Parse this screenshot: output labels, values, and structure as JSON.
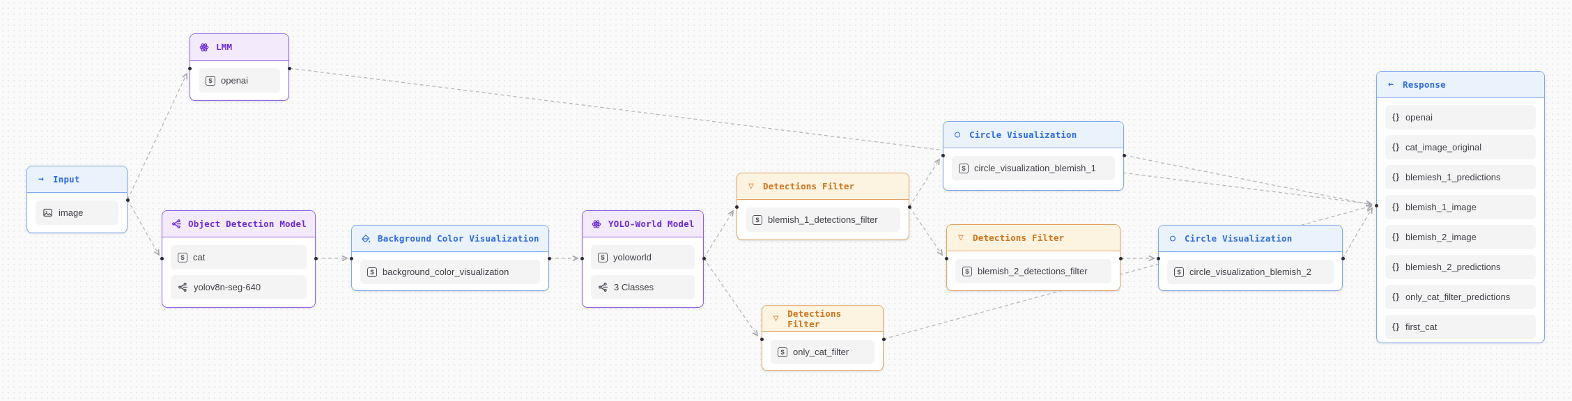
{
  "app": {
    "name": "workflow-editor-canvas"
  },
  "colors": {
    "purple_border": "#8f5ce8",
    "purple_header": "#f3ebfc",
    "purple_title": "#6d28d9",
    "blue_border": "#7fa9ec",
    "blue_header": "#eaf2fc",
    "blue_title": "#2d6bdf",
    "orange_border": "#e2a262",
    "orange_header": "#fdf3e1",
    "orange_title": "#cf7218",
    "item_bg": "#f4f4f5",
    "item_text": "#3f3f46",
    "wire": "#b6b6bc",
    "canvas_bg": "#fafafa"
  },
  "nodes": {
    "lmm": {
      "title": "LMM",
      "icon": "atom-icon",
      "theme": "purple",
      "items": [
        {
          "icon": "parameter-icon",
          "label": "openai"
        }
      ]
    },
    "input": {
      "title": "Input",
      "icon": "arrow-right-icon",
      "theme": "blue",
      "items": [
        {
          "icon": "image-icon",
          "label": "image"
        }
      ]
    },
    "object_detection_model": {
      "title": "Object Detection Model",
      "icon": "molecule-icon",
      "theme": "purple",
      "items": [
        {
          "icon": "parameter-icon",
          "label": "cat"
        },
        {
          "icon": "molecule-icon",
          "label": "yolov8n-seg-640"
        }
      ]
    },
    "background_color_visualization": {
      "title": "Background Color Visualization",
      "icon": "paint-bucket-icon",
      "theme": "blue",
      "items": [
        {
          "icon": "parameter-icon",
          "label": "background_color_visualization"
        }
      ]
    },
    "yolo_world_model": {
      "title": "YOLO-World Model",
      "icon": "atom-icon",
      "theme": "purple",
      "items": [
        {
          "icon": "parameter-icon",
          "label": "yoloworld"
        },
        {
          "icon": "molecule-icon",
          "label": "3 Classes"
        }
      ]
    },
    "detections_filter_1": {
      "title": "Detections Filter",
      "icon": "funnel-icon",
      "theme": "orange",
      "items": [
        {
          "icon": "parameter-icon",
          "label": "blemish_1_detections_filter"
        }
      ]
    },
    "circle_visualization_1": {
      "title": "Circle Visualization",
      "icon": "circle-icon",
      "theme": "blue",
      "items": [
        {
          "icon": "parameter-icon",
          "label": "circle_visualization_blemish_1"
        }
      ]
    },
    "detections_filter_2": {
      "title": "Detections Filter",
      "icon": "funnel-icon",
      "theme": "orange",
      "items": [
        {
          "icon": "parameter-icon",
          "label": "blemish_2_detections_filter"
        }
      ]
    },
    "circle_visualization_2": {
      "title": "Circle Visualization",
      "icon": "circle-icon",
      "theme": "blue",
      "items": [
        {
          "icon": "parameter-icon",
          "label": "circle_visualization_blemish_2"
        }
      ]
    },
    "detections_filter_3": {
      "title": "Detections Filter",
      "icon": "funnel-icon",
      "theme": "orange",
      "items": [
        {
          "icon": "parameter-icon",
          "label": "only_cat_filter"
        }
      ]
    },
    "response": {
      "title": "Response",
      "icon": "arrow-left-icon",
      "theme": "blue",
      "items": [
        {
          "icon": "braces-icon",
          "label": "openai"
        },
        {
          "icon": "braces-icon",
          "label": "cat_image_original"
        },
        {
          "icon": "braces-icon",
          "label": "blemiesh_1_predictions"
        },
        {
          "icon": "braces-icon",
          "label": "blemish_1_image"
        },
        {
          "icon": "braces-icon",
          "label": "blemish_2_image"
        },
        {
          "icon": "braces-icon",
          "label": "blemiesh_2_predictions"
        },
        {
          "icon": "braces-icon",
          "label": "only_cat_filter_predictions"
        },
        {
          "icon": "braces-icon",
          "label": "first_cat"
        }
      ]
    }
  },
  "connections": [
    {
      "from": "input",
      "to": "lmm"
    },
    {
      "from": "input",
      "to": "object_detection_model"
    },
    {
      "from": "object_detection_model",
      "to": "background_color_visualization"
    },
    {
      "from": "background_color_visualization",
      "to": "yolo_world_model"
    },
    {
      "from": "yolo_world_model",
      "to": "detections_filter_1"
    },
    {
      "from": "yolo_world_model",
      "to": "detections_filter_3"
    },
    {
      "from": "detections_filter_1",
      "to": "circle_visualization_1"
    },
    {
      "from": "detections_filter_1",
      "to": "detections_filter_2"
    },
    {
      "from": "detections_filter_2",
      "to": "circle_visualization_2"
    },
    {
      "from": "circle_visualization_1",
      "to": "response"
    },
    {
      "from": "circle_visualization_2",
      "to": "response"
    },
    {
      "from": "detections_filter_3",
      "to": "response"
    },
    {
      "from": "lmm",
      "to": "response"
    }
  ]
}
